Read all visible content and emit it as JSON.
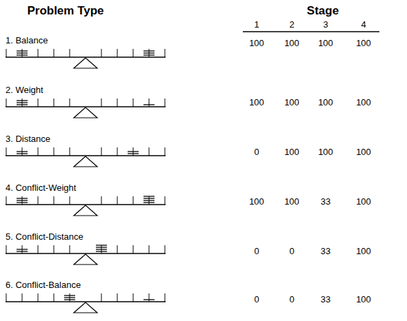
{
  "diagram": {
    "labels": [
      "Problem Type",
      "Stage",
      "1",
      "2",
      "3",
      "4",
      "1. Balance",
      "100",
      "100",
      "100",
      "100",
      "2. Weight",
      "100",
      "100",
      "100",
      "100",
      "3. Distance",
      "0",
      "100",
      "100",
      "100",
      "4. Conflict-Weight",
      "100",
      "100",
      "33",
      "100",
      "5. Conflict-Distance",
      "0",
      "0",
      "33",
      "100",
      "6. Conflict-Balance",
      "0",
      "0",
      "33",
      "100"
    ]
  }
}
